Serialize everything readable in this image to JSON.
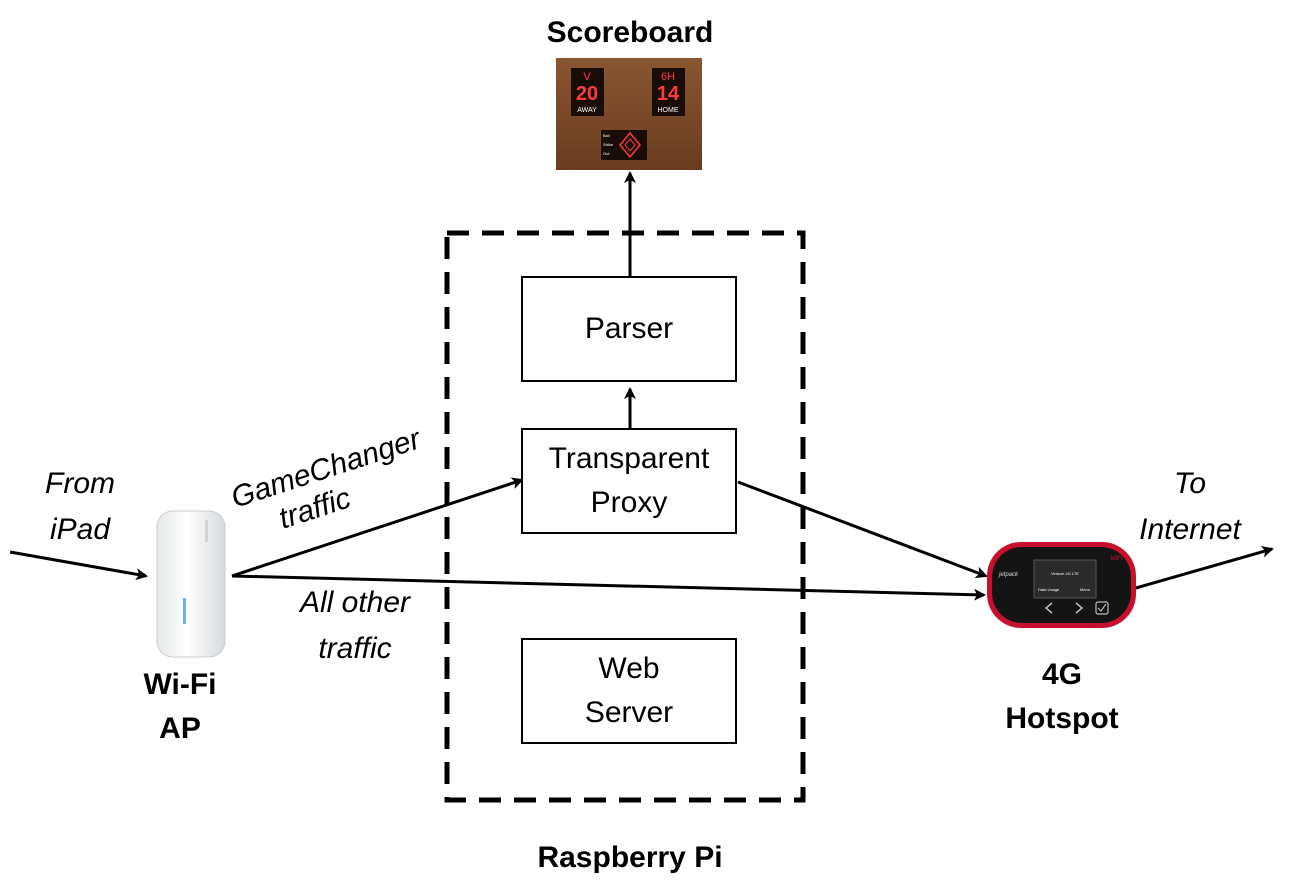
{
  "labels": {
    "scoreboard": "Scoreboard",
    "raspberry_pi": "Raspberry Pi",
    "wifi_ap_line1": "Wi-Fi",
    "wifi_ap_line2": "AP",
    "hotspot_line1": "4G",
    "hotspot_line2": "Hotspot",
    "from_line1": "From",
    "from_line2": "iPad",
    "to_line1": "To",
    "to_line2": "Internet",
    "gamechanger_line1": "GameChanger",
    "gamechanger_line2": "traffic",
    "other_line1": "All other",
    "other_line2": "traffic"
  },
  "boxes": {
    "parser": "Parser",
    "proxy_line1": "Transparent",
    "proxy_line2": "Proxy",
    "web_line1": "Web",
    "web_line2": "Server"
  },
  "scoreboard_display": {
    "away_label": "AWAY",
    "away_score": "20",
    "away_code": "V",
    "home_label": "HOME",
    "home_score": "14",
    "home_code": "6H",
    "away_balls_label": "Ball",
    "strike_label": "Strike",
    "out_label": "Out"
  },
  "hotspot_screen": {
    "brand": "jetpack",
    "network": "Verizon 4G LTE",
    "usage_label": "Data Usage",
    "menu_label": "Menu",
    "logo": "MiFi"
  },
  "colors": {
    "scoreboard_bg": "#7a4a2a",
    "led_red": "#ff3b3b",
    "hotspot_red": "#c8102e"
  }
}
